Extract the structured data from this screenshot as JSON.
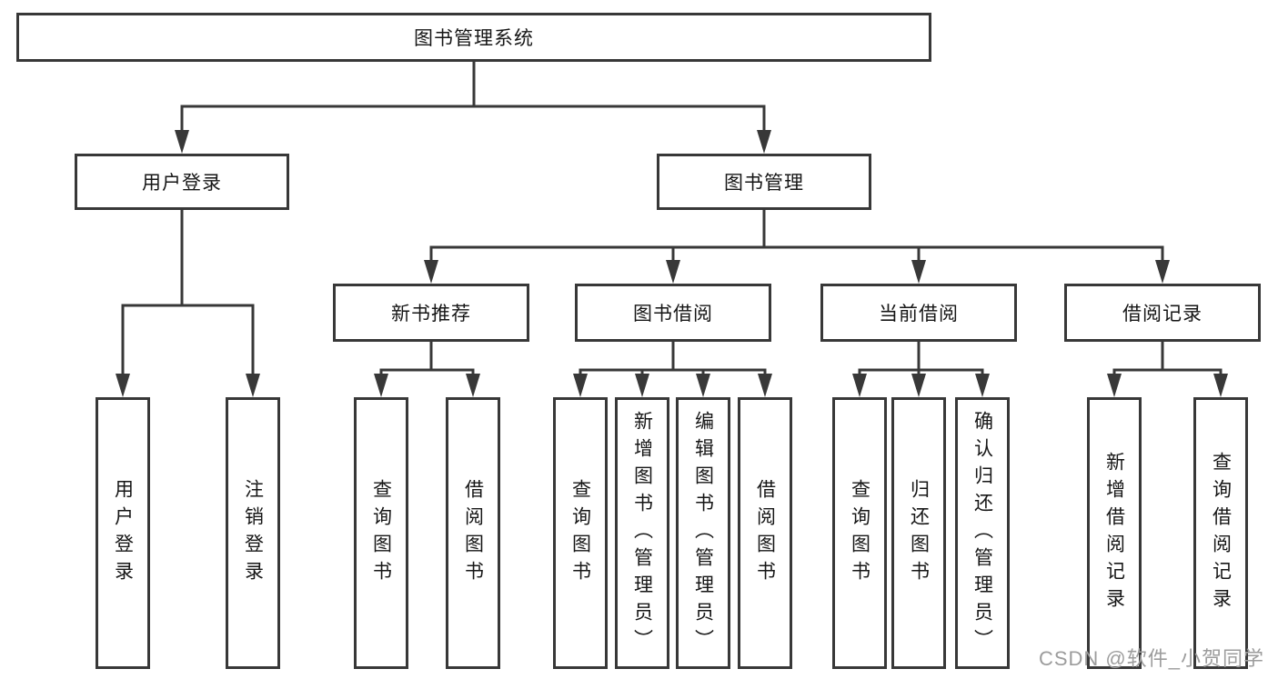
{
  "colors": {
    "line": "#383838",
    "text": "#161616",
    "background": "#ffffff",
    "watermark": "#9c9c9c"
  },
  "watermark": {
    "text": "CSDN @软件_小贺同学"
  },
  "tree": {
    "label": "图书管理系统",
    "children": [
      {
        "label": "用户登录",
        "children": [
          {
            "label": "用户登录"
          },
          {
            "label": "注销登录"
          }
        ]
      },
      {
        "label": "图书管理",
        "children": [
          {
            "label": "新书推荐",
            "children": [
              {
                "label": "查询图书"
              },
              {
                "label": "借阅图书"
              }
            ]
          },
          {
            "label": "图书借阅",
            "children": [
              {
                "label": "查询图书"
              },
              {
                "label": "新增图书（管理员）"
              },
              {
                "label": "编辑图书（管理员）"
              },
              {
                "label": "借阅图书"
              }
            ]
          },
          {
            "label": "当前借阅",
            "children": [
              {
                "label": "查询图书"
              },
              {
                "label": "归还图书"
              },
              {
                "label": "确认归还（管理员）"
              }
            ]
          },
          {
            "label": "借阅记录",
            "children": [
              {
                "label": "新增借阅记录"
              },
              {
                "label": "查询借阅记录"
              }
            ]
          }
        ]
      }
    ]
  }
}
